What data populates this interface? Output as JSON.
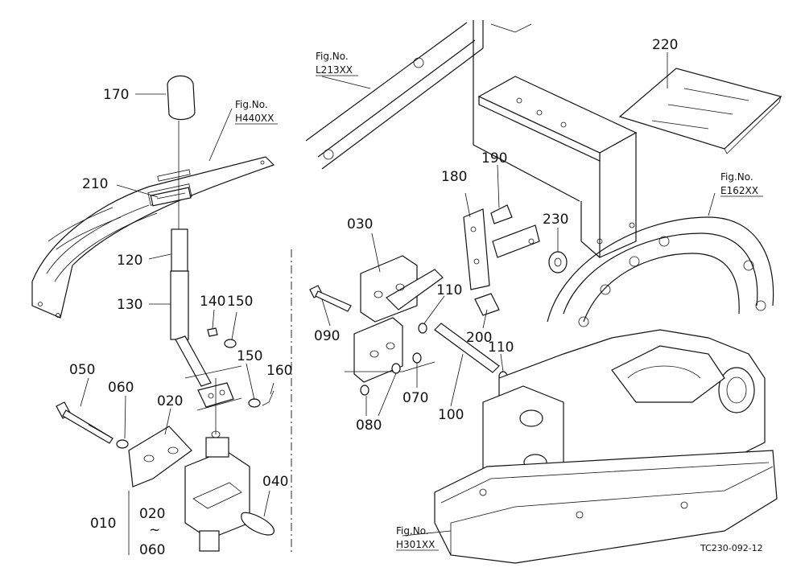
{
  "callouts": {
    "p170": "170",
    "p210": "210",
    "p120": "120",
    "p130": "130",
    "p140": "140",
    "p150a": "150",
    "p150b": "150",
    "p160": "160",
    "p050": "050",
    "p060": "060",
    "p020": "020",
    "p010": "010",
    "p020b": "020",
    "p060b": "060",
    "p040": "040",
    "p030": "030",
    "p090": "090",
    "p180": "180",
    "p190": "190",
    "p230": "230",
    "p110a": "110",
    "p110b": "110",
    "p200": "200",
    "p070": "070",
    "p080": "080",
    "p100": "100",
    "p220": "220"
  },
  "range_tilde": "~",
  "figure_refs": {
    "h440": {
      "label": "Fig.No.",
      "code": "H440XX"
    },
    "l213": {
      "label": "Fig.No.",
      "code": "L213XX"
    },
    "e162": {
      "label": "Fig.No.",
      "code": "E162XX"
    },
    "h301": {
      "label": "Fig.No.",
      "code": "H301XX"
    }
  },
  "drawing_code": "TC230-092-12"
}
